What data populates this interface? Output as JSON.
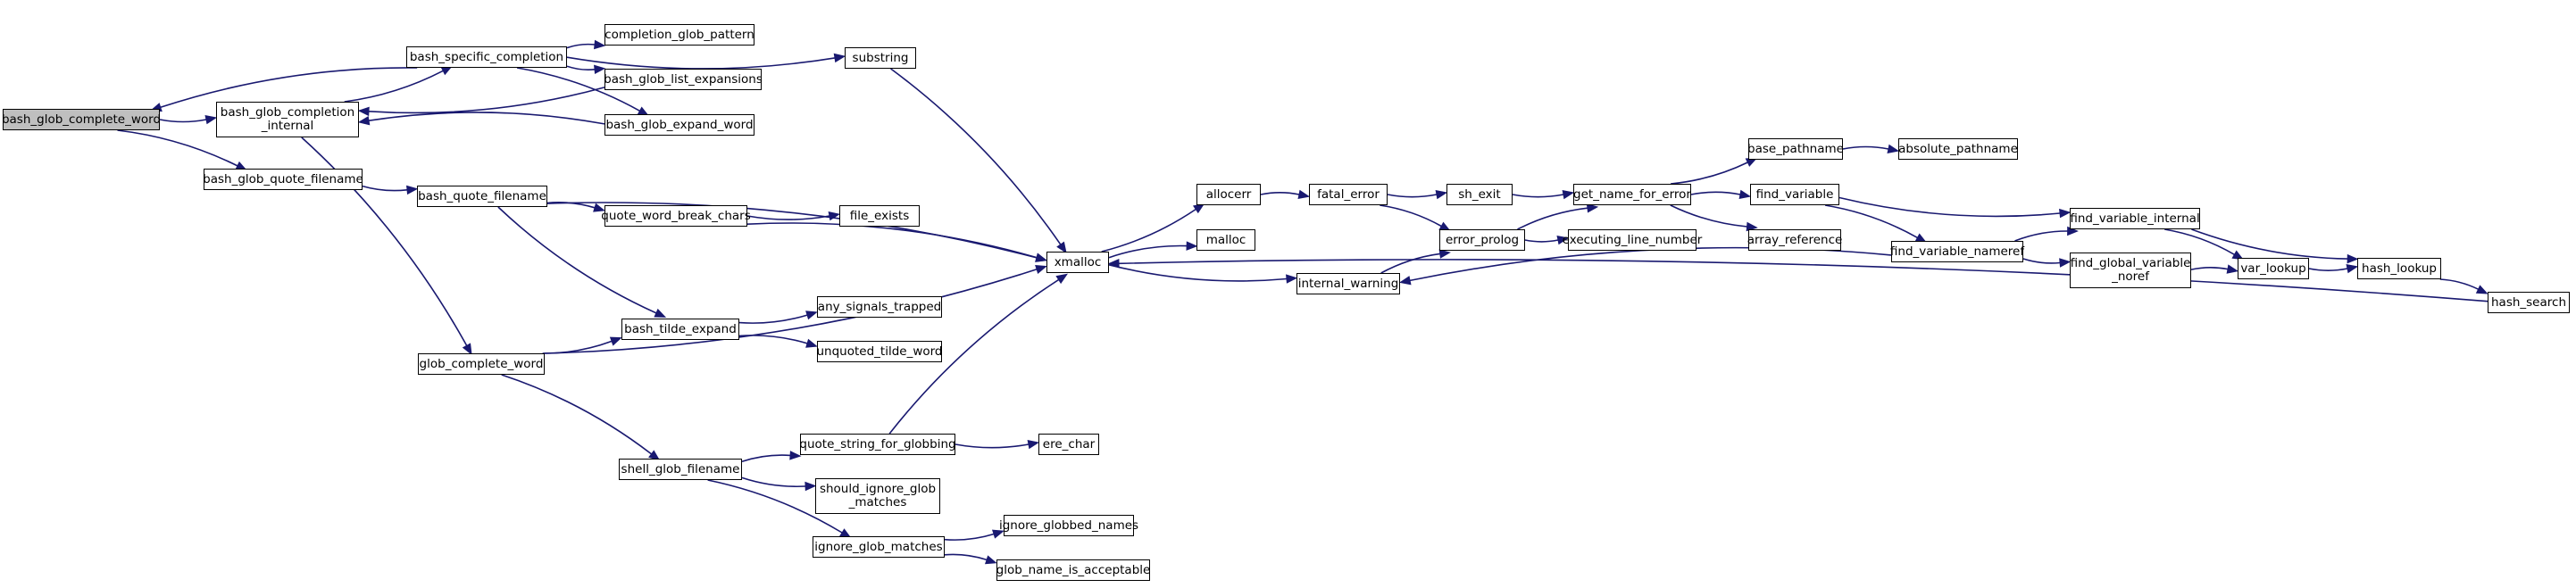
{
  "colors": {
    "edge": "#191970",
    "node_border": "#000000",
    "node_fill": "#ffffff",
    "root_fill": "#bfbfbf",
    "background": "#ffffff"
  },
  "nodes": {
    "bash_glob_complete_word": "bash_glob_complete_word",
    "bash_glob_completion_internal": "bash_glob_completion\n_internal",
    "bash_specific_completion": "bash_specific_completion",
    "completion_glob_pattern": "completion_glob_pattern",
    "bash_glob_list_expansions": "bash_glob_list_expansions",
    "bash_glob_expand_word": "bash_glob_expand_word",
    "substring": "substring",
    "bash_glob_quote_filename": "bash_glob_quote_filename",
    "bash_quote_filename": "bash_quote_filename",
    "quote_word_break_chars": "quote_word_break_chars",
    "file_exists": "file_exists",
    "bash_tilde_expand": "bash_tilde_expand",
    "any_signals_trapped": "any_signals_trapped",
    "unquoted_tilde_word": "unquoted_tilde_word",
    "glob_complete_word": "glob_complete_word",
    "shell_glob_filename": "shell_glob_filename",
    "quote_string_for_globbing": "quote_string_for_globbing",
    "ere_char": "ere_char",
    "should_ignore_glob_matches": "should_ignore_glob\n_matches",
    "ignore_glob_matches": "ignore_glob_matches",
    "ignore_globbed_names": "ignore_globbed_names",
    "glob_name_is_acceptable": "glob_name_is_acceptable",
    "xmalloc": "xmalloc",
    "allocerr": "allocerr",
    "malloc": "malloc",
    "internal_warning": "internal_warning",
    "fatal_error": "fatal_error",
    "sh_exit": "sh_exit",
    "error_prolog": "error_prolog",
    "executing_line_number": "executing_line_number",
    "get_name_for_error": "get_name_for_error",
    "base_pathname": "base_pathname",
    "absolute_pathname": "absolute_pathname",
    "find_variable": "find_variable",
    "array_reference": "array_reference",
    "find_variable_nameref": "find_variable_nameref",
    "find_variable_internal": "find_variable_internal",
    "find_global_variable_noref": "find_global_variable\n_noref",
    "var_lookup": "var_lookup",
    "hash_lookup": "hash_lookup",
    "hash_search": "hash_search"
  },
  "edges": [
    [
      "bash_glob_complete_word",
      "bash_glob_completion_internal"
    ],
    [
      "bash_glob_complete_word",
      "bash_glob_quote_filename"
    ],
    [
      "bash_glob_completion_internal",
      "bash_specific_completion"
    ],
    [
      "bash_glob_completion_internal",
      "glob_complete_word"
    ],
    [
      "bash_specific_completion",
      "bash_glob_complete_word"
    ],
    [
      "bash_specific_completion",
      "completion_glob_pattern"
    ],
    [
      "bash_specific_completion",
      "bash_glob_list_expansions"
    ],
    [
      "bash_specific_completion",
      "bash_glob_expand_word"
    ],
    [
      "bash_specific_completion",
      "substring"
    ],
    [
      "bash_glob_list_expansions",
      "bash_glob_completion_internal"
    ],
    [
      "bash_glob_expand_word",
      "bash_glob_completion_internal"
    ],
    [
      "substring",
      "xmalloc"
    ],
    [
      "bash_glob_quote_filename",
      "bash_quote_filename"
    ],
    [
      "bash_quote_filename",
      "quote_word_break_chars"
    ],
    [
      "bash_quote_filename",
      "bash_tilde_expand"
    ],
    [
      "bash_quote_filename",
      "xmalloc"
    ],
    [
      "quote_word_break_chars",
      "file_exists"
    ],
    [
      "quote_word_break_chars",
      "xmalloc"
    ],
    [
      "bash_tilde_expand",
      "any_signals_trapped"
    ],
    [
      "bash_tilde_expand",
      "unquoted_tilde_word"
    ],
    [
      "glob_complete_word",
      "bash_tilde_expand"
    ],
    [
      "glob_complete_word",
      "shell_glob_filename"
    ],
    [
      "glob_complete_word",
      "xmalloc"
    ],
    [
      "shell_glob_filename",
      "quote_string_for_globbing"
    ],
    [
      "shell_glob_filename",
      "should_ignore_glob_matches"
    ],
    [
      "shell_glob_filename",
      "ignore_glob_matches"
    ],
    [
      "quote_string_for_globbing",
      "ere_char"
    ],
    [
      "quote_string_for_globbing",
      "xmalloc"
    ],
    [
      "ignore_glob_matches",
      "ignore_globbed_names"
    ],
    [
      "ignore_glob_matches",
      "glob_name_is_acceptable"
    ],
    [
      "xmalloc",
      "allocerr"
    ],
    [
      "xmalloc",
      "malloc"
    ],
    [
      "xmalloc",
      "internal_warning"
    ],
    [
      "allocerr",
      "fatal_error"
    ],
    [
      "fatal_error",
      "sh_exit"
    ],
    [
      "fatal_error",
      "error_prolog"
    ],
    [
      "sh_exit",
      "get_name_for_error"
    ],
    [
      "internal_warning",
      "error_prolog"
    ],
    [
      "error_prolog",
      "executing_line_number"
    ],
    [
      "error_prolog",
      "get_name_for_error"
    ],
    [
      "get_name_for_error",
      "base_pathname"
    ],
    [
      "get_name_for_error",
      "find_variable"
    ],
    [
      "get_name_for_error",
      "array_reference"
    ],
    [
      "base_pathname",
      "absolute_pathname"
    ],
    [
      "find_variable",
      "find_variable_internal"
    ],
    [
      "find_variable",
      "find_variable_nameref"
    ],
    [
      "find_variable_nameref",
      "internal_warning"
    ],
    [
      "find_variable_nameref",
      "find_variable_internal"
    ],
    [
      "find_variable_nameref",
      "find_global_variable_noref"
    ],
    [
      "find_variable_internal",
      "var_lookup"
    ],
    [
      "find_variable_internal",
      "hash_lookup"
    ],
    [
      "find_global_variable_noref",
      "var_lookup"
    ],
    [
      "var_lookup",
      "hash_lookup"
    ],
    [
      "hash_lookup",
      "hash_search"
    ],
    [
      "hash_search",
      "xmalloc"
    ]
  ]
}
